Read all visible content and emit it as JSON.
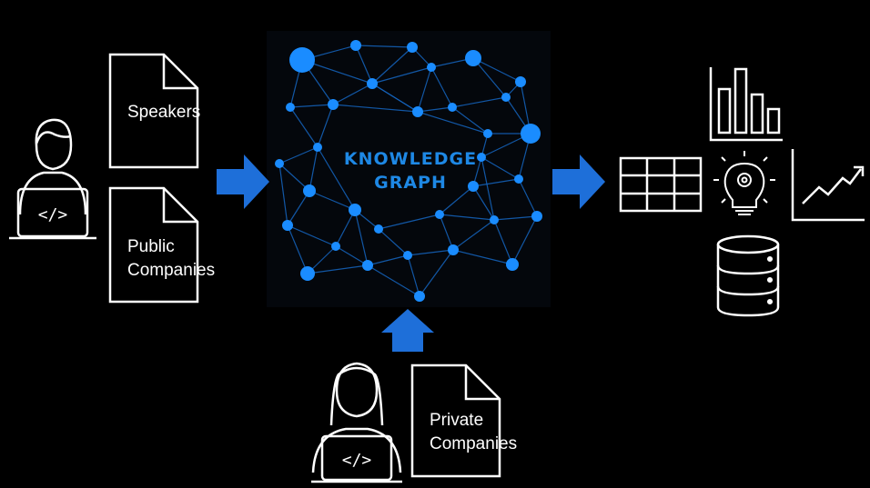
{
  "documents": {
    "speakers": {
      "label": "Speakers"
    },
    "public_companies": {
      "line1": "Public",
      "line2": "Companies"
    },
    "private_companies": {
      "line1": "Private",
      "line2": "Companies"
    }
  },
  "knowledge_graph": {
    "line1": "KNOWLEDGE",
    "line2": "GRAPH"
  },
  "icons": {
    "developer_left": "developer-laptop-icon",
    "developer_bottom": "developer-laptop-icon",
    "outputs": [
      "bar-chart-icon",
      "table-icon",
      "lightbulb-gear-icon",
      "line-chart-icon",
      "database-icon"
    ]
  },
  "colors": {
    "accent": "#1e88e5",
    "node": "#1a8cff",
    "edge": "#1565c0",
    "background": "#000000",
    "line": "#ffffff"
  }
}
